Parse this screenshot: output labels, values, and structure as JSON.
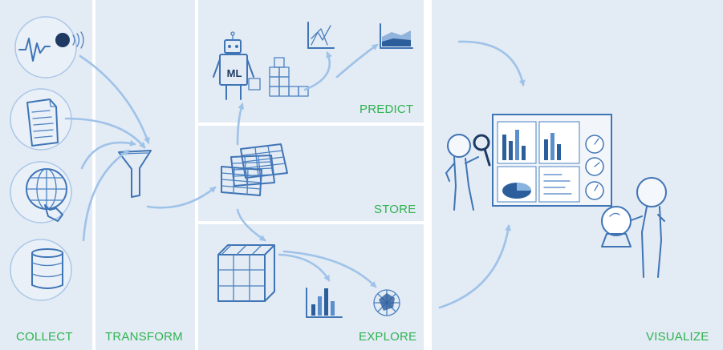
{
  "stages": {
    "collect": {
      "label": "COLLECT"
    },
    "transform": {
      "label": "TRANSFORM"
    },
    "predict": {
      "label": "PREDICT"
    },
    "store": {
      "label": "STORE"
    },
    "explore": {
      "label": "EXPLORE"
    },
    "visualize": {
      "label": "VISUALIZE"
    }
  },
  "ml_badge": "ML",
  "colors": {
    "label": "#2fb34f",
    "panel": "#e3ebf5",
    "ink": "#3f74b5",
    "arrow": "#9fc3e8"
  }
}
